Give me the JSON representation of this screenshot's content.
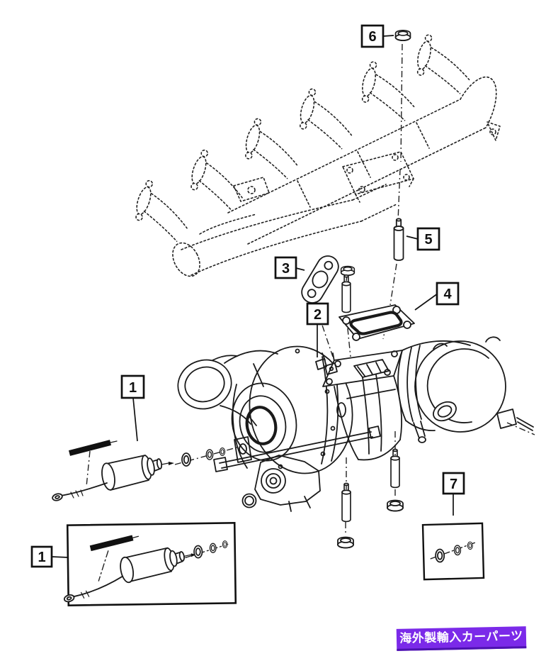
{
  "diagram": {
    "background_color": "#ffffff",
    "line_color": "#1a1a1a",
    "callouts": {
      "c1_upper": "1",
      "c2": "2",
      "c3": "3",
      "c4": "4",
      "c5": "5",
      "c6": "6",
      "c7": "7",
      "c1_lower": "1"
    }
  },
  "banner": {
    "text": "海外製輸入カーパーツ",
    "background_color": "#7b2ae9",
    "text_color": "#ffffff"
  }
}
